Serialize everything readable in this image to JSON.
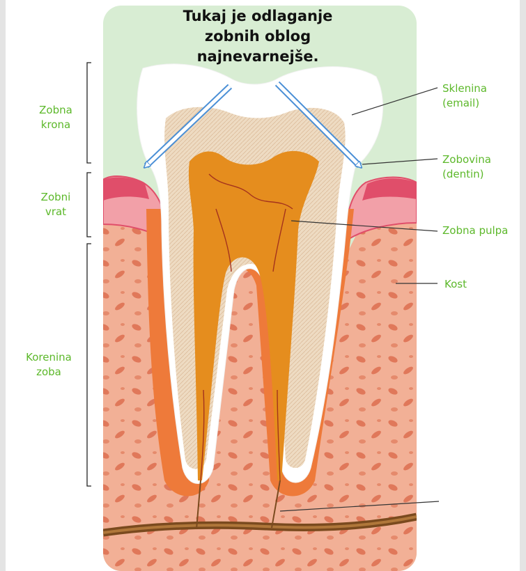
{
  "title": {
    "line1": "Tukaj je odlaganje",
    "line2": "zobnih oblog",
    "line3": "najnevarnejše."
  },
  "left_labels": {
    "crown": [
      "Zobna",
      "krona"
    ],
    "neck": [
      "Zobni",
      "vrat"
    ],
    "root": [
      "Korenina",
      "zoba"
    ]
  },
  "right_labels": {
    "enamel": [
      "Sklenina",
      "(email)"
    ],
    "dentin": [
      "Zobovina",
      "(dentin)"
    ],
    "pulp": "Zobna pulpa",
    "bone": "Kost"
  },
  "colors": {
    "label_green": "#5cb82a",
    "background_green": "#d8edd3",
    "arrow_blue": "#4a8fd6",
    "enamel": "#ffffff",
    "dentin": "#ecd7bb",
    "pulp": "#e58d1e",
    "bone": "#f0a98a",
    "gum": "#e04e6a",
    "periodontal": "#ee7a3a",
    "nerve": "#7a4a1e"
  }
}
